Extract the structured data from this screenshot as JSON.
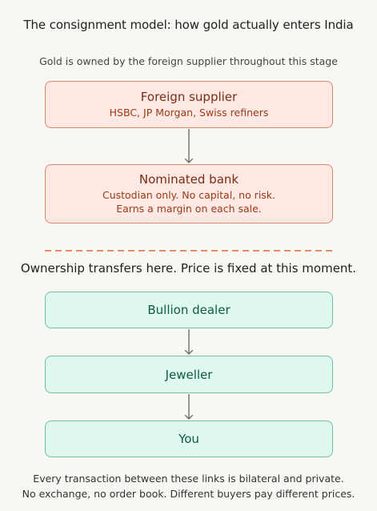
{
  "title": "The consignment model: how gold actually enters India",
  "top_caption": "Gold is owned by the foreign supplier throughout this stage",
  "nodes": {
    "supplier": {
      "label": "Foreign supplier",
      "detail": "HSBC, JP Morgan, Swiss refiners"
    },
    "bank": {
      "label": "Nominated bank",
      "detail_line1": "Custodian only. No capital, no risk.",
      "detail_line2": "Earns a margin on each sale."
    },
    "dealer": {
      "label": "Bullion dealer"
    },
    "jeweller": {
      "label": "Jeweller"
    },
    "you": {
      "label": "You"
    }
  },
  "transfer_note": "Ownership transfers here. Price is fixed at this moment.",
  "footer": {
    "line1": "Every transaction between these links is bilateral and private.",
    "line2": "No exchange, no order book. Different buyers pay different prices."
  },
  "colors": {
    "warm_fill": "#fde8e3",
    "warm_border": "#d9866c",
    "cool_fill": "#def7ef",
    "cool_border": "#6cc2a2",
    "divider": "#e0673c",
    "arrow": "#666666"
  }
}
